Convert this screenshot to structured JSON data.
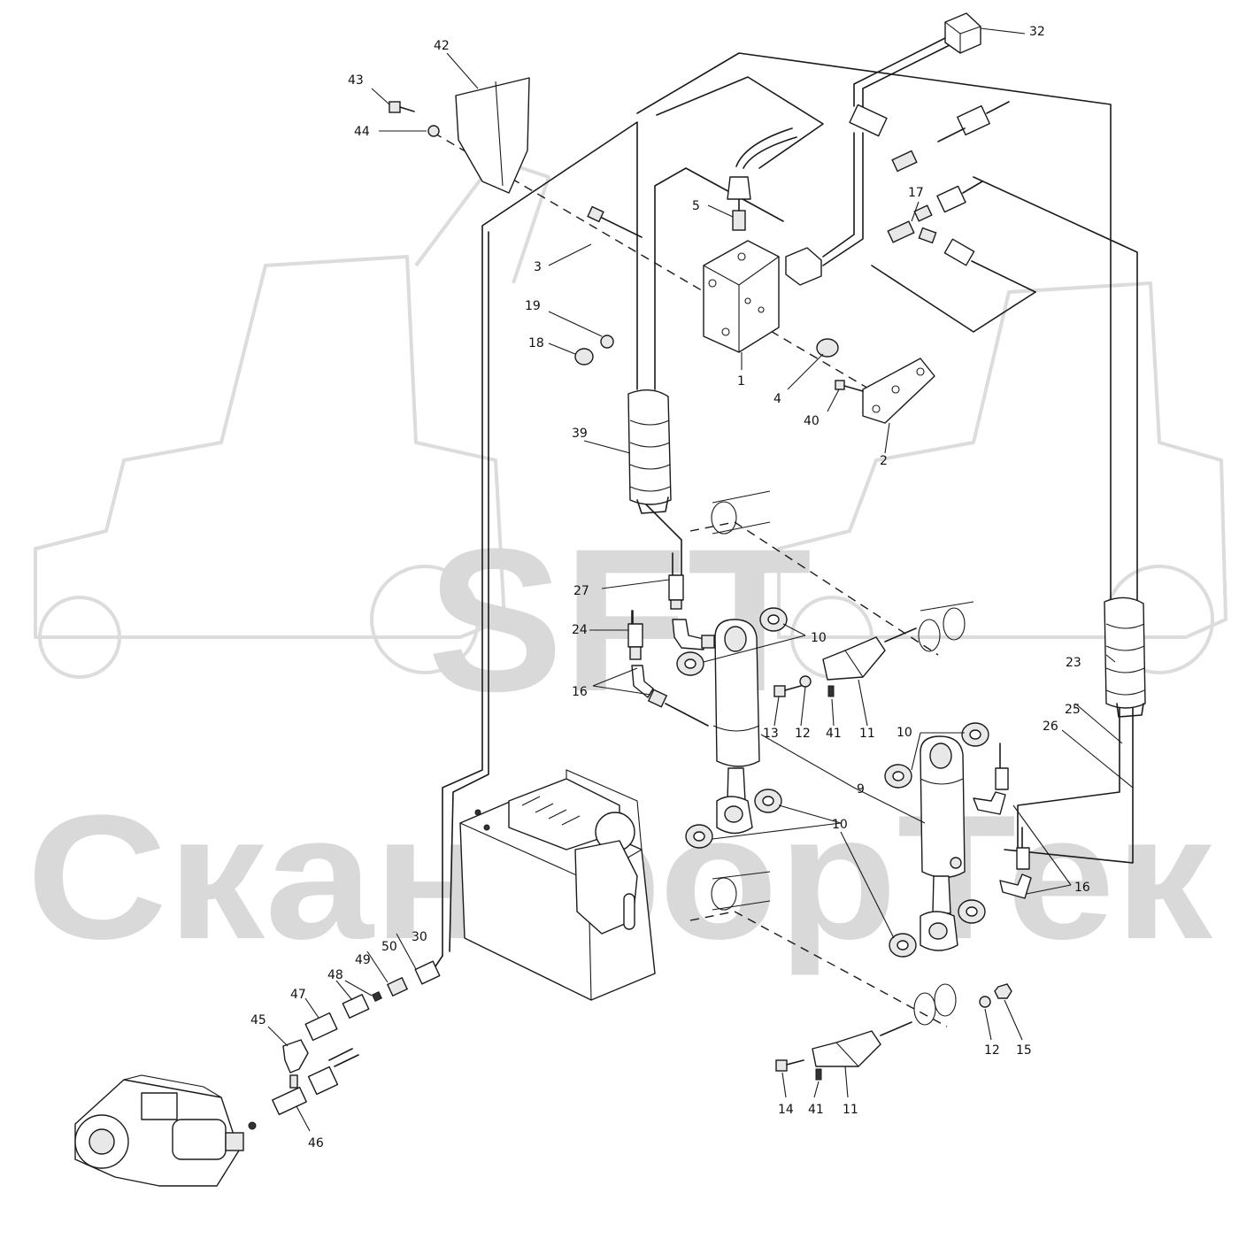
{
  "watermark": {
    "logo_text": "SFT",
    "company_text": "СканфорТек"
  },
  "part_labels": [
    "32",
    "42",
    "43",
    "44",
    "17",
    "5",
    "3",
    "19",
    "18",
    "1",
    "4",
    "40",
    "2",
    "39",
    "27",
    "24",
    "16",
    "10",
    "13",
    "12",
    "41",
    "11",
    "23",
    "25",
    "26",
    "9",
    "10",
    "10",
    "16",
    "10",
    "30",
    "50",
    "49",
    "48",
    "47",
    "45",
    "46",
    "12",
    "15",
    "14",
    "41",
    "11"
  ]
}
